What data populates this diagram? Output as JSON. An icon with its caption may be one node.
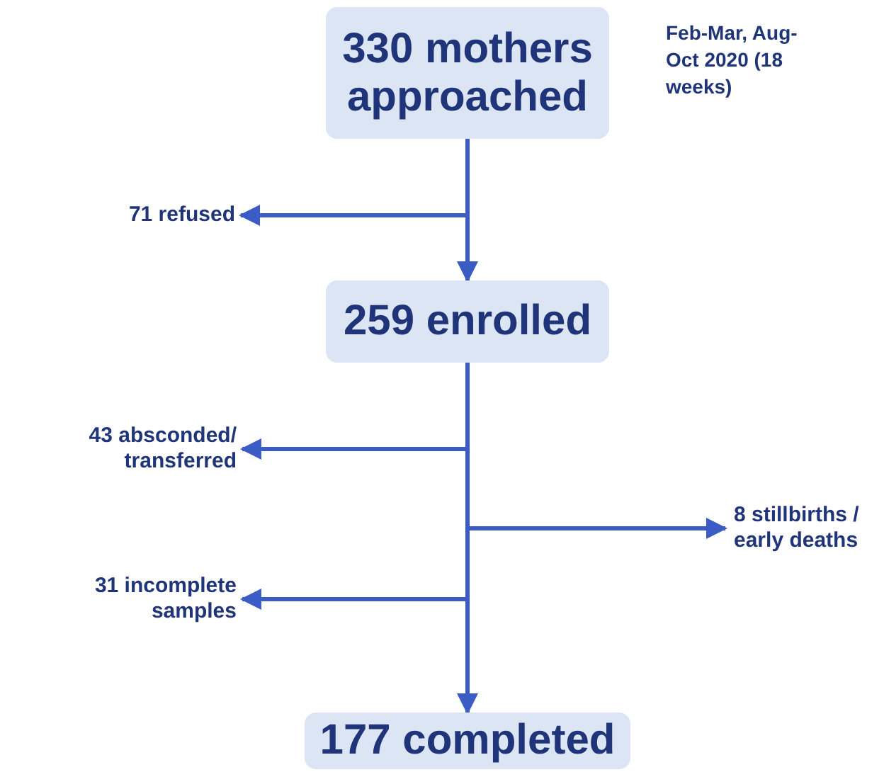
{
  "diagram": {
    "nodes": [
      {
        "text": [
          "330 mothers approached"
        ],
        "beside": [
          "Feb-Mar, Aug-Oct 2020 (18 weeks)"
        ]
      },
      {
        "text": [
          "259 enrolled"
        ]
      },
      {
        "text": [
          "177 completed"
        ]
      },
      {
        "text": [
          "71 refused"
        ]
      },
      {
        "text": [
          "43 absconded/ transferred"
        ]
      },
      {
        "text": [
          "8 stillbirths / early deaths"
        ]
      },
      {
        "text": [
          "31 incomplete samples"
        ]
      }
    ],
    "edges": [
      {
        "from": 0,
        "to": 1,
        "arrow": "to"
      },
      {
        "from": 0,
        "to": 3,
        "arrow": "to"
      },
      {
        "from": 1,
        "to": 2,
        "arrow": "to"
      },
      {
        "from": 1,
        "to": 4,
        "arrow": "to"
      },
      {
        "from": 1,
        "to": 5,
        "arrow": "to"
      },
      {
        "from": 1,
        "to": 6,
        "arrow": "to"
      }
    ]
  }
}
